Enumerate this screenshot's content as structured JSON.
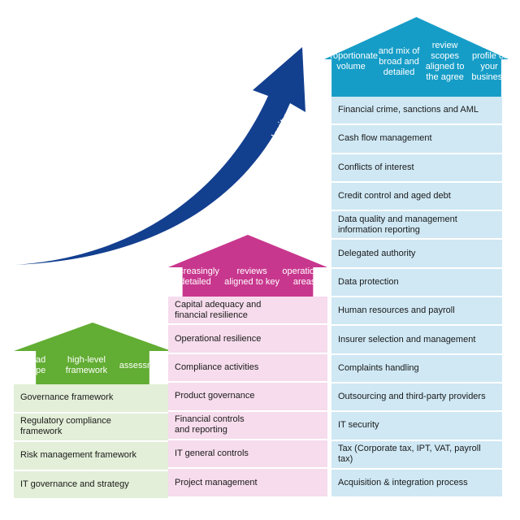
{
  "arrow": {
    "label": "Increasing complexity",
    "color": "#133f8f"
  },
  "columns": {
    "green": {
      "color": "#62ad33",
      "heading": [
        "Broad scope",
        "high-level framework",
        "assessments"
      ],
      "rows": [
        [
          "Governance framework"
        ],
        [
          "Regulatory compliance",
          "framework"
        ],
        [
          "Risk management framework"
        ],
        [
          "IT governance and strategy"
        ]
      ]
    },
    "pink": {
      "color": "#c8378e",
      "heading": [
        "Increasingly detailed",
        "reviews aligned to key",
        "operational areas"
      ],
      "rows": [
        [
          "Capital adequacy and",
          "financial resilience"
        ],
        [
          "Operational resilience"
        ],
        [
          "Compliance activities"
        ],
        [
          "Product governance"
        ],
        [
          "Financial controls",
          "and reporting"
        ],
        [
          "IT general controls"
        ],
        [
          "Project management"
        ]
      ]
    },
    "blue": {
      "color": "#169dc7",
      "heading": [
        "Proportionate volume",
        "and mix of broad and detailed",
        "review scopes aligned to the agree",
        "risk profile of your business"
      ],
      "rows": [
        [
          "Financial crime, sanctions and AML"
        ],
        [
          "Cash flow management"
        ],
        [
          "Conflicts of interest"
        ],
        [
          "Credit control and aged debt"
        ],
        [
          "Data quality and management",
          "information reporting"
        ],
        [
          "Delegated authority"
        ],
        [
          "Data protection"
        ],
        [
          "Human resources and payroll"
        ],
        [
          "Insurer selection and management"
        ],
        [
          "Complaints handling"
        ],
        [
          "Outsourcing and third-party providers"
        ],
        [
          "IT security"
        ],
        [
          "Tax (Corporate tax, IPT, VAT, payroll tax)"
        ],
        [
          "Acquisition & integration process"
        ]
      ]
    }
  }
}
